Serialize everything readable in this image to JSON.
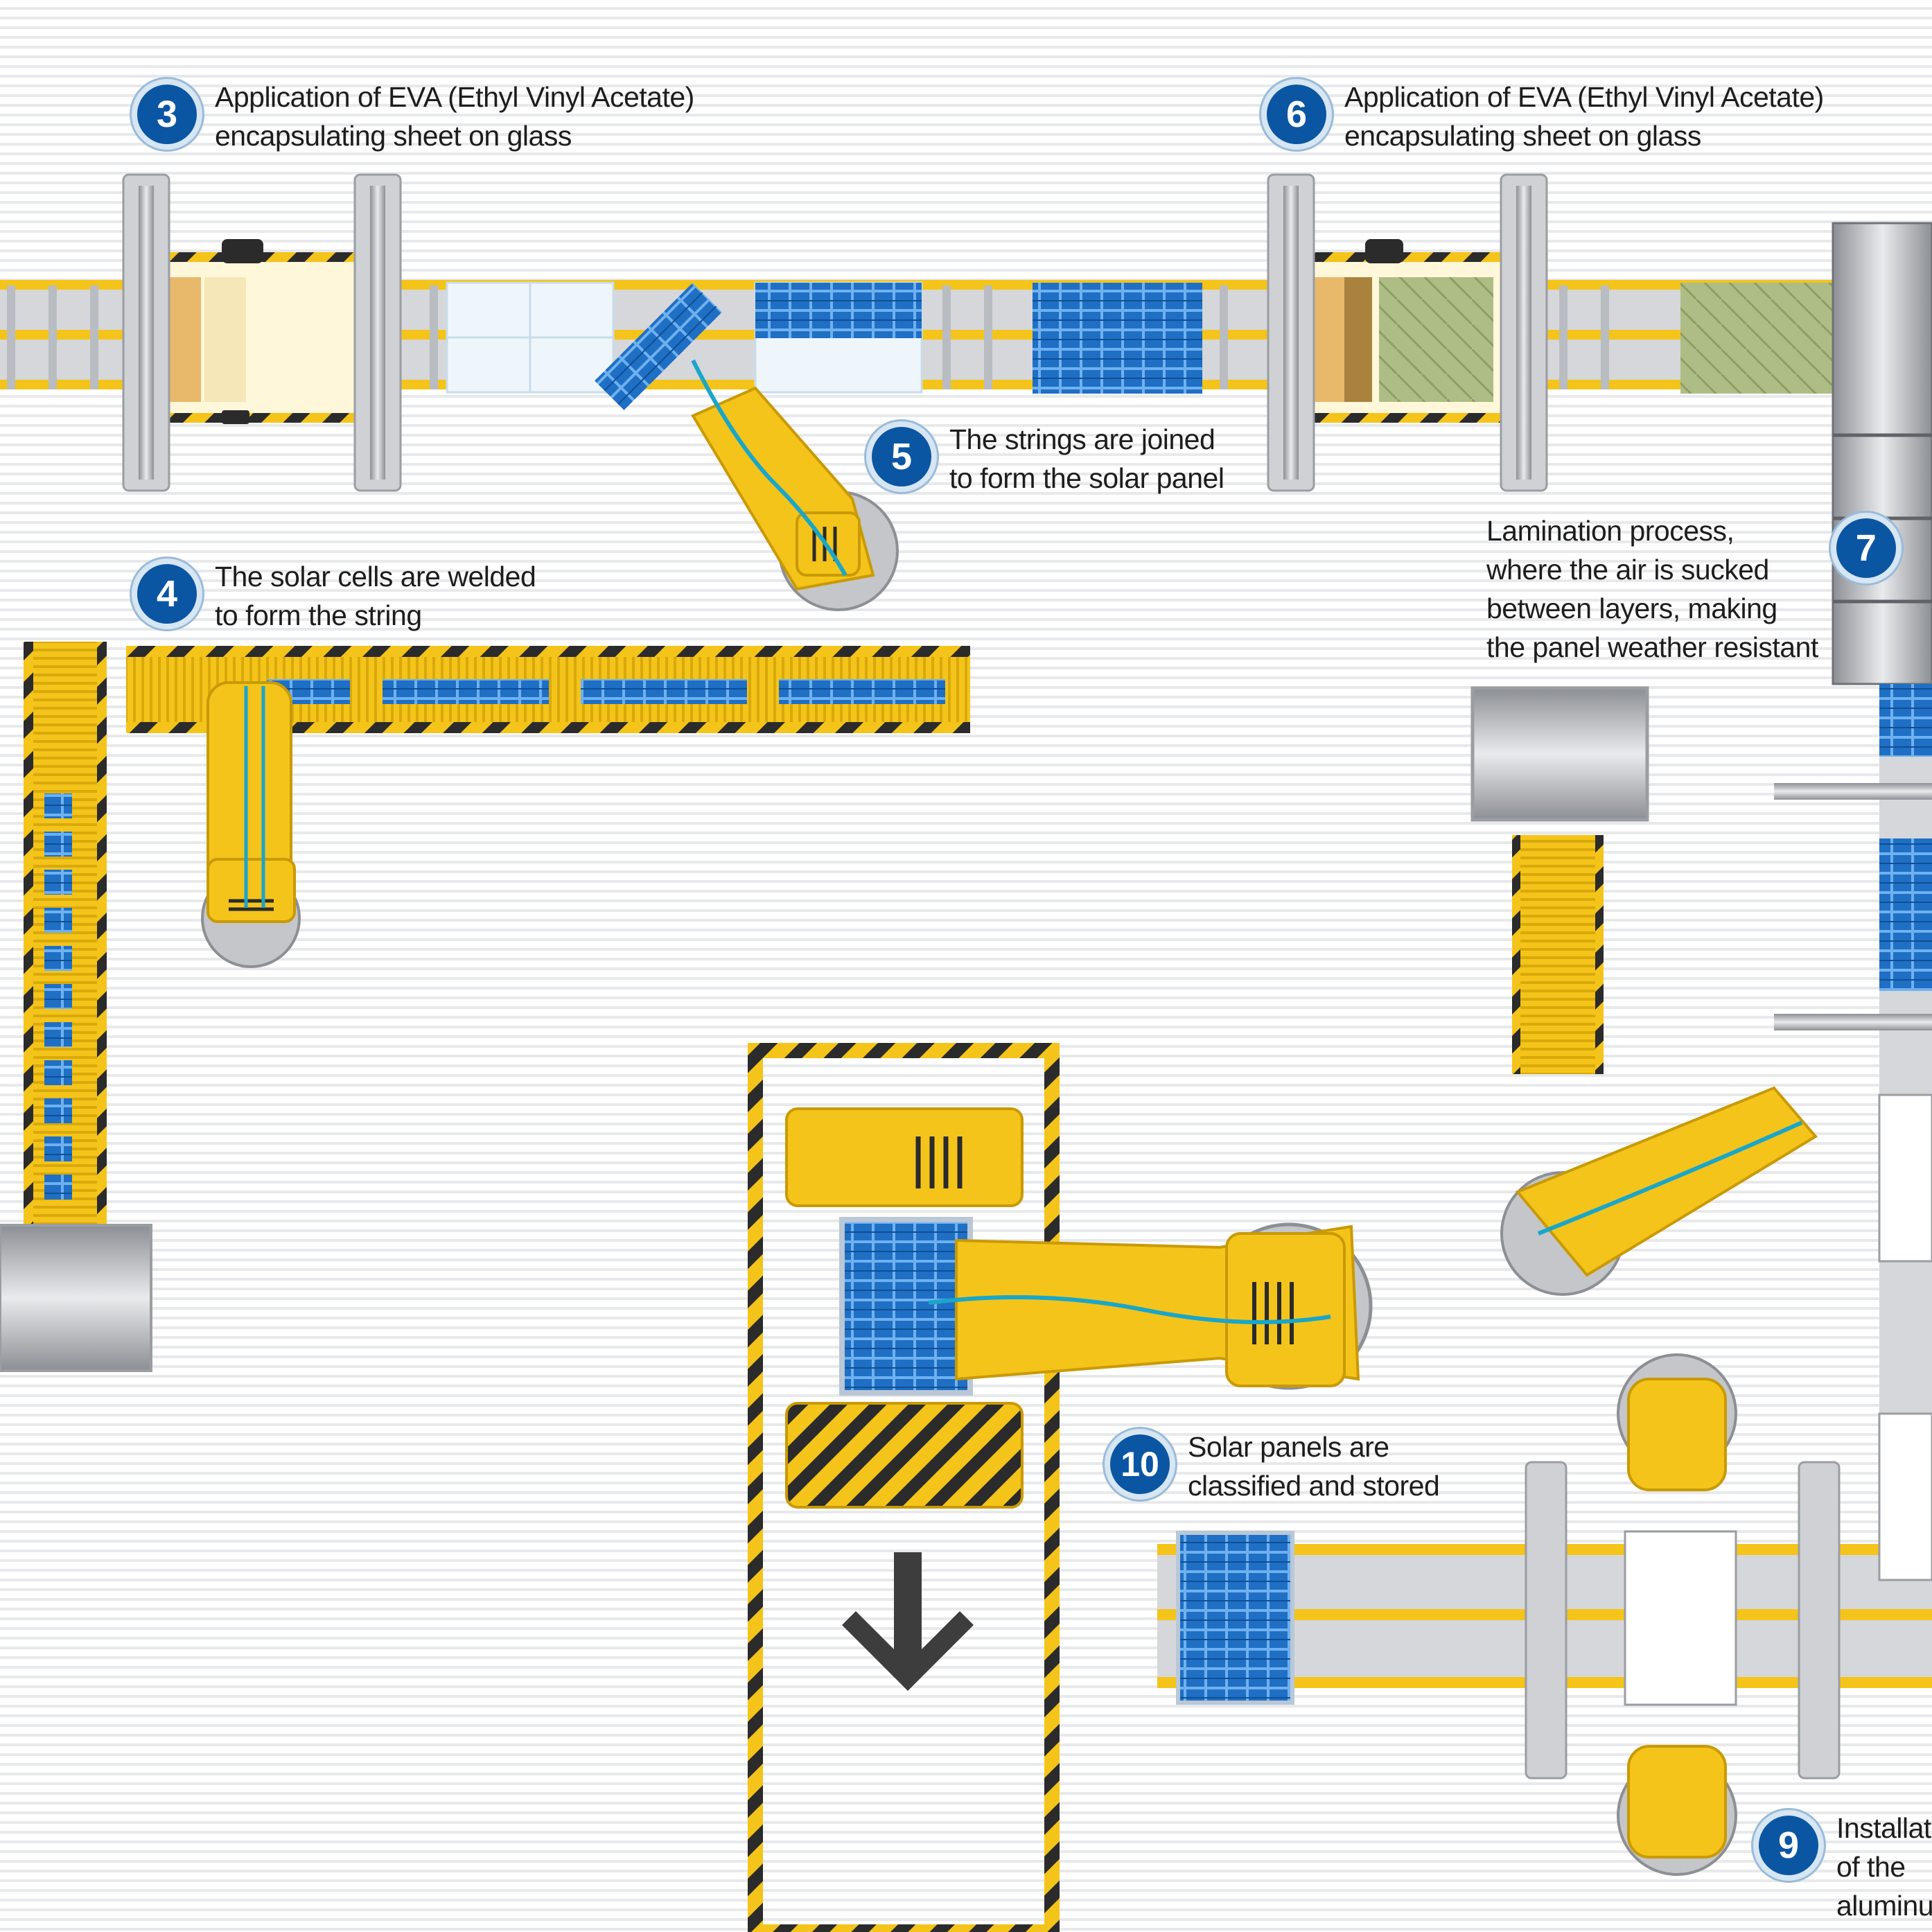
{
  "steps": [
    {
      "number": "3",
      "text": "Application of EVA (Ethyl Vinyl Acetate)\nencapsulating sheet on glass"
    },
    {
      "number": "4",
      "text": "The solar cells are welded\nto form the string"
    },
    {
      "number": "5",
      "text": "The strings are joined\nto form the solar panel"
    },
    {
      "number": "6",
      "text": "Application of EVA (Ethyl Vinyl Acetate)\nencapsulating sheet on glass"
    },
    {
      "number": "7",
      "text": "Lamination process,\nwhere the air is sucked\nbetween layers, making\nthe panel weather resistant"
    },
    {
      "number": "9",
      "text": "Installation of the\naluminum frame"
    },
    {
      "number": "10",
      "text": "Solar panels are\nclassified and stored"
    }
  ],
  "colors": {
    "machine_yellow": "#f4c41a",
    "solar_blue": "#1f6fc4",
    "badge_blue": "#0b56a3",
    "steel_gray": "#9a9da2",
    "hazard_black": "#2b2b2b"
  },
  "icons": [
    "robot-arm",
    "conveyor",
    "hazard-stripes",
    "down-arrow",
    "laminator-press"
  ]
}
